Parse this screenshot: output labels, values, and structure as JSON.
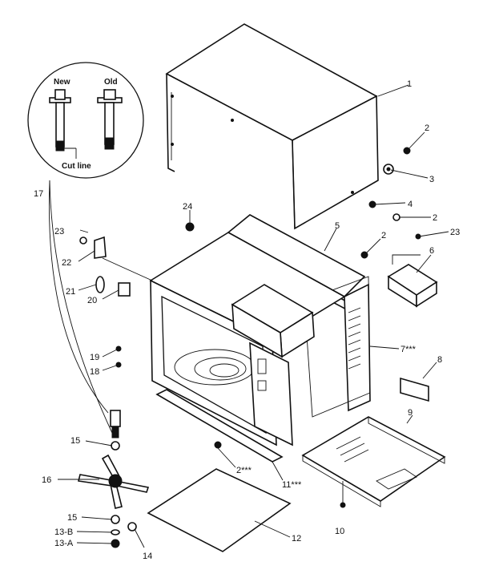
{
  "callouts": [
    "1",
    "2",
    "3",
    "4",
    "2",
    "5",
    "2",
    "23",
    "6",
    "24",
    "7***",
    "8",
    "9",
    "23",
    "22",
    "21",
    "20",
    "19",
    "18",
    "17",
    "15",
    "16",
    "15",
    "13-B",
    "13-A",
    "14",
    "2***",
    "11***",
    "12",
    "10"
  ],
  "inset": {
    "new_label": "New",
    "old_label": "Old",
    "cut_line_label": "Cut line"
  }
}
